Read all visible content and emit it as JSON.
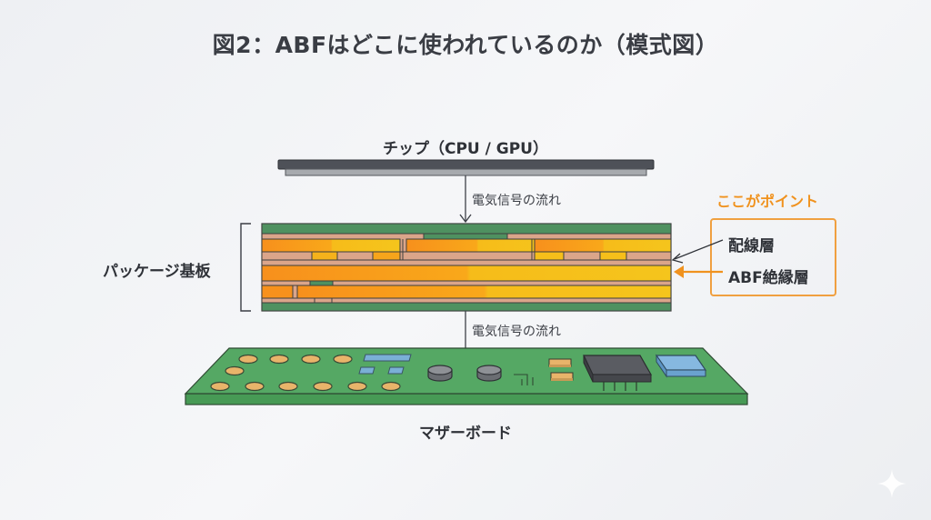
{
  "title": "図2：ABFはどこに使われているのか（模式図）",
  "labels": {
    "chip": "チップ（CPU / GPU）",
    "package_substrate": "パッケージ基板",
    "motherboard": "マザーボード",
    "signal_flow_top": "電気信号の流れ",
    "signal_flow_bottom": "電気信号の流れ"
  },
  "callout": {
    "heading": "ここがポイント",
    "items": [
      {
        "label": "配線層"
      },
      {
        "label": "ABF絶縁層"
      }
    ]
  },
  "colors": {
    "chip_top": "#4e5158",
    "chip_bottom": "#a7aaae",
    "substrate_green": "#4f9160",
    "wiring_tan": "#dba58a",
    "abf_orange": "#f7941d",
    "abf_yellow": "#f6bf1a",
    "board_green": "#4da35c",
    "accent_orange": "#f0921e",
    "pad_gold": "#e8b46a",
    "chip_blue": "#6ea8d8"
  },
  "icons": {
    "sparkle": "sparkle-icon"
  }
}
